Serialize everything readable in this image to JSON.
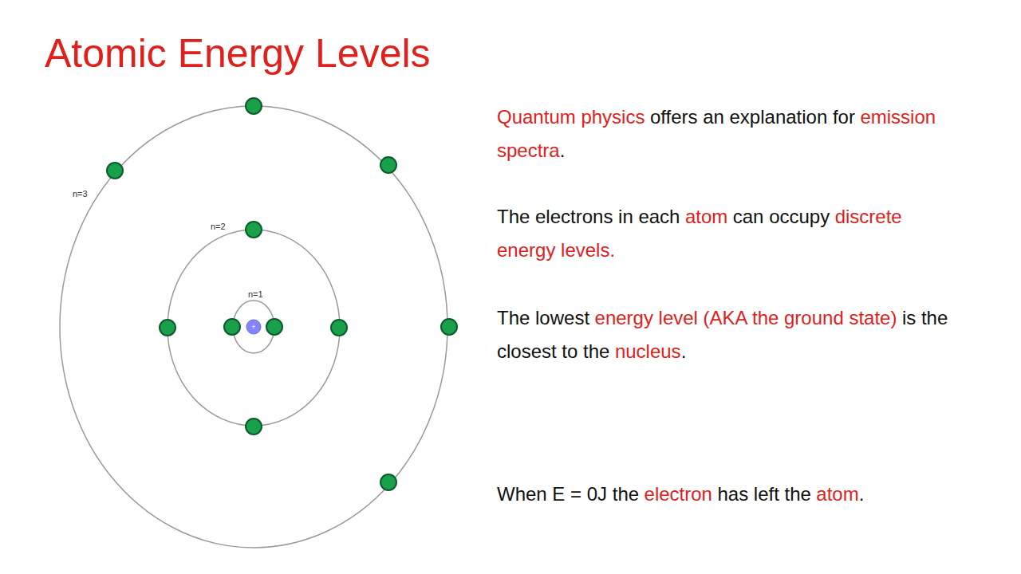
{
  "diagram": {
    "title": "Atomic Energy Levels",
    "labels": [
      "n=1",
      "n=2",
      "n=3",
      "+",
      "Quantum physics",
      "offers an explanation for",
      "emission spectra",
      ".",
      "The electrons in each",
      "atom",
      "can occupy",
      "discrete energy levels.",
      "The lowest",
      "energy level (AKA the ground state)",
      "is the closest to the",
      "nucleus",
      ".",
      "When E = 0J the",
      "electron",
      "has left the",
      "atom",
      "."
    ]
  }
}
